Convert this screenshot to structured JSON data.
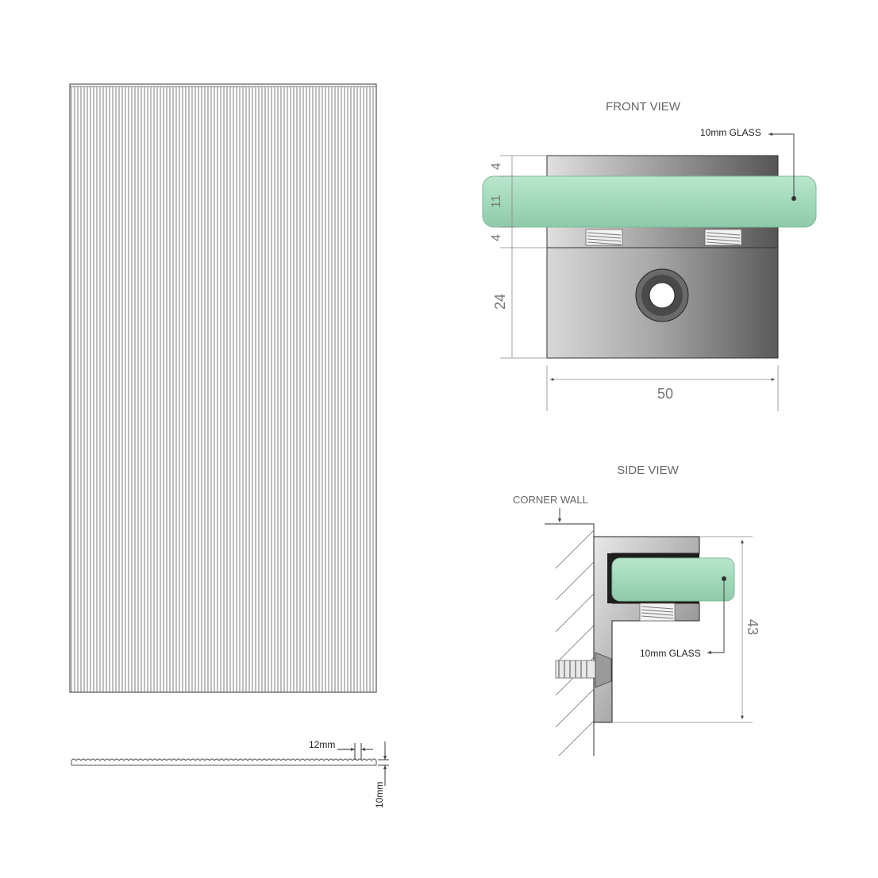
{
  "front_view": {
    "title": "FRONT VIEW",
    "glass_label": "10mm GLASS",
    "dim_top": "4",
    "dim_glass": "11",
    "dim_mid": "4",
    "dim_lower": "24",
    "dim_width": "50"
  },
  "side_view": {
    "title": "SIDE VIEW",
    "wall_label": "CORNER WALL",
    "glass_label": "10mm GLASS",
    "dim_height": "43"
  },
  "panel_section": {
    "rib_label": "12mm",
    "thickness_label": "10mm"
  },
  "colors": {
    "glass": "#a8dcc0",
    "metal_dark": "#5f5f5f",
    "metal_light": "#d9d9d9",
    "line": "#333333"
  }
}
